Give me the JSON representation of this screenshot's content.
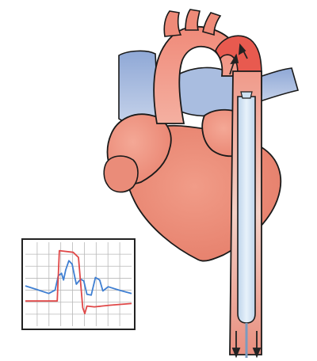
{
  "figure": {
    "subject": "heart-with-intra-aortic-balloon-pump",
    "parts": [
      "aortic-arch",
      "superior-vena-cava",
      "pulmonary-artery",
      "left-atrium",
      "right-atrium",
      "ventricles",
      "descending-aorta",
      "balloon-catheter",
      "monitor-inset"
    ]
  },
  "colors": {
    "background": "#ffffff",
    "outline": "#1a1a1a",
    "heart_fill": "#ef8f7c",
    "heart_fill_dark": "#e57a66",
    "heart_highlight": "#f6b3a3",
    "vessel_blue": "#9fb2d9",
    "vessel_blue_light": "#c9d6ec",
    "aorta_red": "#e85a4f",
    "catheter_blue": "#c6dcef",
    "catheter_blue_light": "#e4f0fa",
    "arrow": "#222222",
    "monitor_grid": "#b9b9b9",
    "monitor_border": "#222222",
    "pressure_wave": "#3f7fd2",
    "balloon_wave": "#e04848"
  },
  "monitor": {
    "grid_rows": 7,
    "grid_cols": 9,
    "pressure_trace": [
      [
        0.0,
        0.52
      ],
      [
        0.1,
        0.56
      ],
      [
        0.22,
        0.61
      ],
      [
        0.28,
        0.57
      ],
      [
        0.31,
        0.4
      ],
      [
        0.34,
        0.37
      ],
      [
        0.36,
        0.45
      ],
      [
        0.38,
        0.33
      ],
      [
        0.41,
        0.22
      ],
      [
        0.44,
        0.26
      ],
      [
        0.46,
        0.38
      ],
      [
        0.48,
        0.5
      ],
      [
        0.52,
        0.44
      ],
      [
        0.55,
        0.46
      ],
      [
        0.58,
        0.62
      ],
      [
        0.62,
        0.63
      ],
      [
        0.66,
        0.42
      ],
      [
        0.7,
        0.45
      ],
      [
        0.73,
        0.58
      ],
      [
        0.78,
        0.53
      ],
      [
        0.88,
        0.57
      ],
      [
        1.0,
        0.61
      ]
    ],
    "balloon_trace": [
      [
        0.0,
        0.7
      ],
      [
        0.3,
        0.7
      ],
      [
        0.32,
        0.1
      ],
      [
        0.45,
        0.12
      ],
      [
        0.5,
        0.18
      ],
      [
        0.54,
        0.78
      ],
      [
        0.56,
        0.85
      ],
      [
        0.58,
        0.76
      ],
      [
        0.65,
        0.77
      ],
      [
        0.8,
        0.75
      ],
      [
        1.0,
        0.73
      ]
    ]
  }
}
